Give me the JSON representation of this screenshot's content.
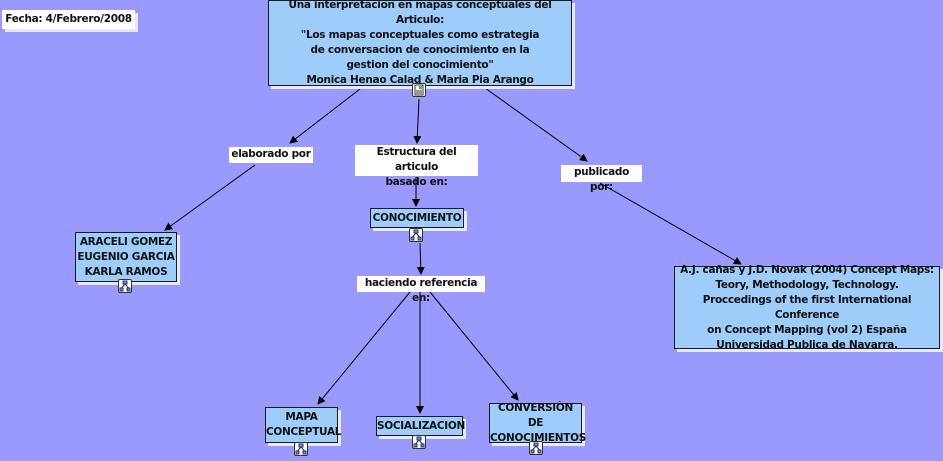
{
  "date_label": "Fecha: 4/Febrero/2008",
  "nodes": {
    "main": [
      "Una interpretacion en mapas conceptuales del Articulo:",
      "\"Los mapas conceptuales como estrategia",
      "de conversacion de conocimiento en la",
      "gestion del conocimiento\"",
      "Monica Henao Calad & Maria Pia Arango"
    ],
    "authors": [
      "ARACELI GOMEZ",
      "EUGENIO GARCIA",
      "KARLA RAMOS"
    ],
    "conocimiento": "CONOCIMIENTO",
    "reference": [
      "A.J. cañas y J.D. Novak (2004) Concept Maps:",
      "Teory, Methodology, Technology.",
      "Proccedings of the first International Conference",
      "on Concept Mapping (vol 2) España",
      "Universidad Publica de Navarra."
    ],
    "mapa": [
      "MAPA",
      "CONCEPTUAL"
    ],
    "socializacion": "SOCIALIZACION",
    "conversion": [
      "CONVERSIÒN DE",
      "CONOCIMIENTOS"
    ]
  },
  "links": {
    "elaborado": "elaborado por",
    "estructura": [
      "Estructura del articulo",
      "basado en:"
    ],
    "publicado": "publicado por:",
    "haciendo": "haciendo referencia en:"
  },
  "colors": {
    "background": "#9a9afe",
    "node_fill": "#9fcdfb"
  }
}
